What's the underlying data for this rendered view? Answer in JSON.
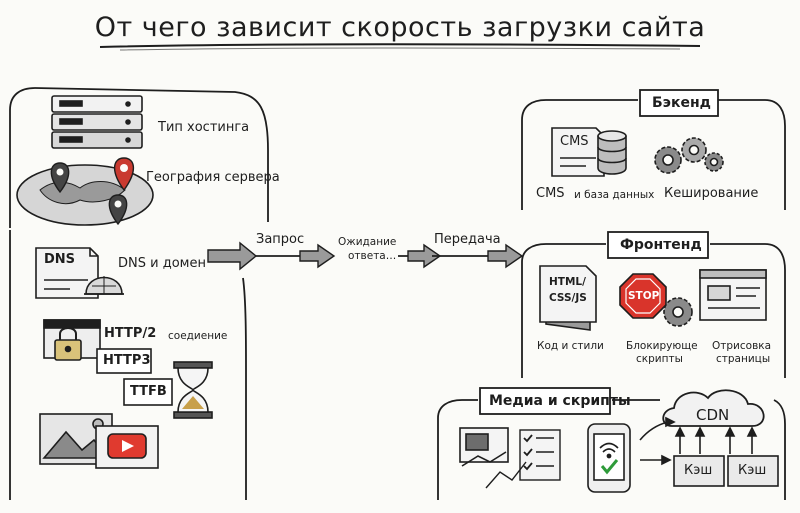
{
  "title": "От чего зависит скорость загрузки сайта",
  "left": {
    "hosting_type": "Тип хостинга",
    "server_geo": "География сервера",
    "dns_label": "DNS и домен",
    "dns_doc": "DNS",
    "http2": "HTTP/2",
    "connection": "соедиение",
    "http3": "HTTP3",
    "ttfb": "TTFB"
  },
  "flow": {
    "request": "Запрос",
    "waiting_line1": "Ожидание",
    "waiting_line2": "ответа…",
    "transfer": "Передача"
  },
  "backend": {
    "heading": "Бэкенд",
    "cms_box": "CMS",
    "cms_main": "CMS",
    "cms_sub": "и база данных",
    "caching": "Кеширование"
  },
  "frontend": {
    "heading": "Фронтенд",
    "code_doc_line1": "HTML/",
    "code_doc_line2": "CSS/JS",
    "stop": "STOP",
    "code_styles": "Код и стили",
    "blocking_line1": "Блокирующе",
    "blocking_line2": "скрипты",
    "render_line1": "Отрисовка",
    "render_line2": "страницы"
  },
  "media": {
    "heading": "Медиа и скрипты",
    "cdn": "CDN",
    "cache1": "Кэш",
    "cache2": "Кэш"
  },
  "colors": {
    "ink": "#1e1e1e",
    "stop_red": "#d9342b",
    "youtube_red": "#e03a2f",
    "pin_red": "#c93a30",
    "check_green": "#2e9b3a",
    "shadow": "#cfcfcf"
  }
}
